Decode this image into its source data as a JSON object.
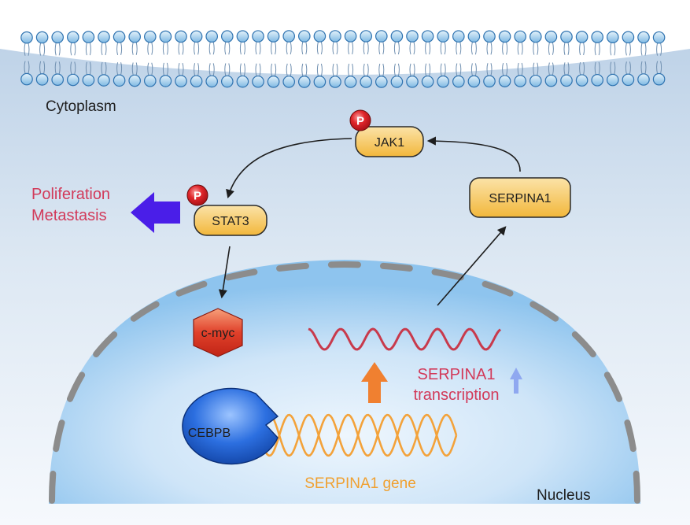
{
  "labels": {
    "cytoplasm": "Cytoplasm",
    "nucleus": "Nucleus",
    "outcome_line1": "Poliferation",
    "outcome_line2": "Metastasis",
    "transcription_line1": "SERPINA1",
    "transcription_line2": "transcription",
    "gene": "SERPINA1 gene"
  },
  "nodes": {
    "jak1": "JAK1",
    "stat3": "STAT3",
    "serpina1": "SERPINA1",
    "cmyc": "c-myc",
    "cebpb": "CEBPB"
  },
  "phospho": {
    "jak1": "P",
    "stat3": "P"
  },
  "colors": {
    "cytoplasm_top": "#bfd3e8",
    "cytoplasm_bottom": "#f6f9fd",
    "nucleus_center": "#eef6fd",
    "nucleus_edge": "#8ec4ee",
    "envelope": "#8c8c8c",
    "membrane_head": "#a8d3f0",
    "membrane_stroke": "#2f73b0",
    "protein_fill": "#f5c54a",
    "phospho": "#e0262b",
    "cmyc": "#e0402a",
    "cebpb": "#1a5fd0",
    "mrna": "#c83a4c",
    "dna": "#f3a23a",
    "outcome_arrow": "#4a1ee8",
    "up_arrow": "#f08030",
    "small_up_arrow": "#8fa8f0",
    "red_label": "#d23a5a",
    "gene_label": "#f0a030"
  }
}
